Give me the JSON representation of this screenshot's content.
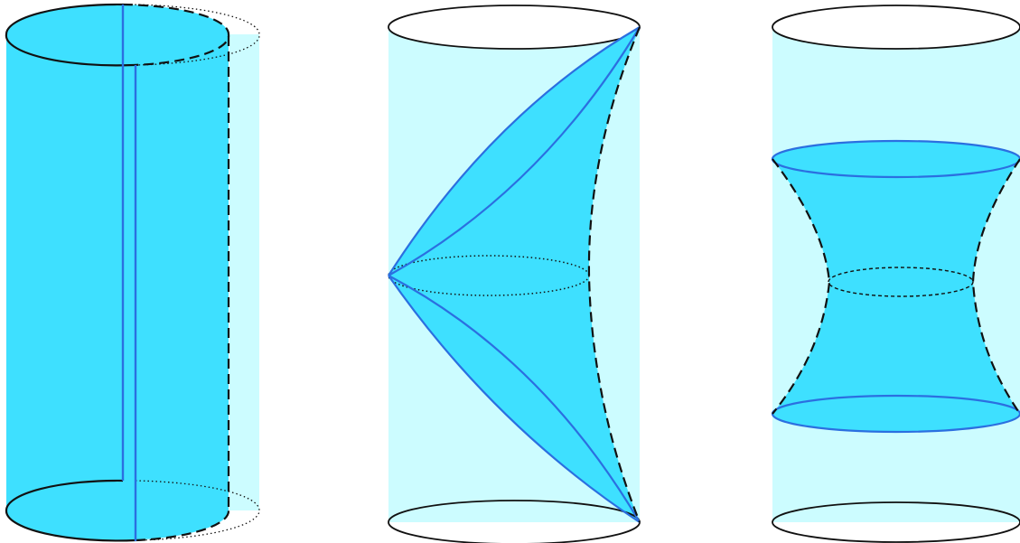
{
  "figure": {
    "panel_count": 3,
    "colors": {
      "light_cyan": "#ccfcff",
      "bright_cyan": "#3ee0ff",
      "blue_line": "#2b6fe0",
      "black_line": "#111111"
    },
    "panels": [
      {
        "name": "panel-cylinder-strip"
      },
      {
        "name": "panel-light-cone-wedge"
      },
      {
        "name": "panel-hourglass-region"
      }
    ]
  }
}
